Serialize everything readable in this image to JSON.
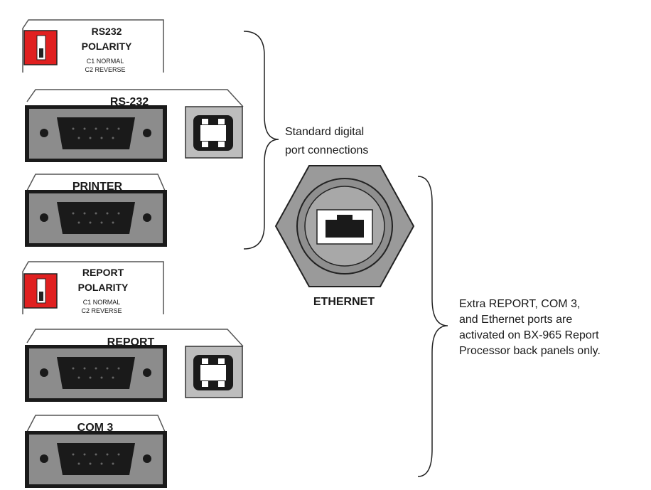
{
  "polarity_rs232": {
    "title_line1": "RS232",
    "title_line2": "POLARITY",
    "option1": "C1 NORMAL",
    "option2": "C2 REVERSE"
  },
  "polarity_report": {
    "title_line1": "REPORT",
    "title_line2": "POLARITY",
    "option1": "C1 NORMAL",
    "option2": "C2 REVERSE"
  },
  "ports": {
    "rs232": "RS-232",
    "printer": "PRINTER",
    "report": "REPORT",
    "com3": "COM 3",
    "ethernet": "ETHERNET"
  },
  "notes": {
    "standard_line1": "Standard digital",
    "standard_line2": "port connections",
    "extra_line1": "Extra REPORT, COM 3,",
    "extra_line2": "and Ethernet ports are",
    "extra_line3": "activated on BX-965 Report",
    "extra_line4": "Processor back panels only."
  },
  "colors": {
    "switch_red": "#e02020",
    "connector_body": "#1a1a1a",
    "connector_face": "#8c8c8c",
    "panel_gray": "#bdbdbd",
    "ethernet_hex": "#9a9a9a"
  },
  "icons": {
    "polarity_switch": "dip-switch-icon",
    "usb_port": "usb-b-port-icon",
    "db9": "db9-connector-icon",
    "rj45": "rj45-jack-icon"
  }
}
